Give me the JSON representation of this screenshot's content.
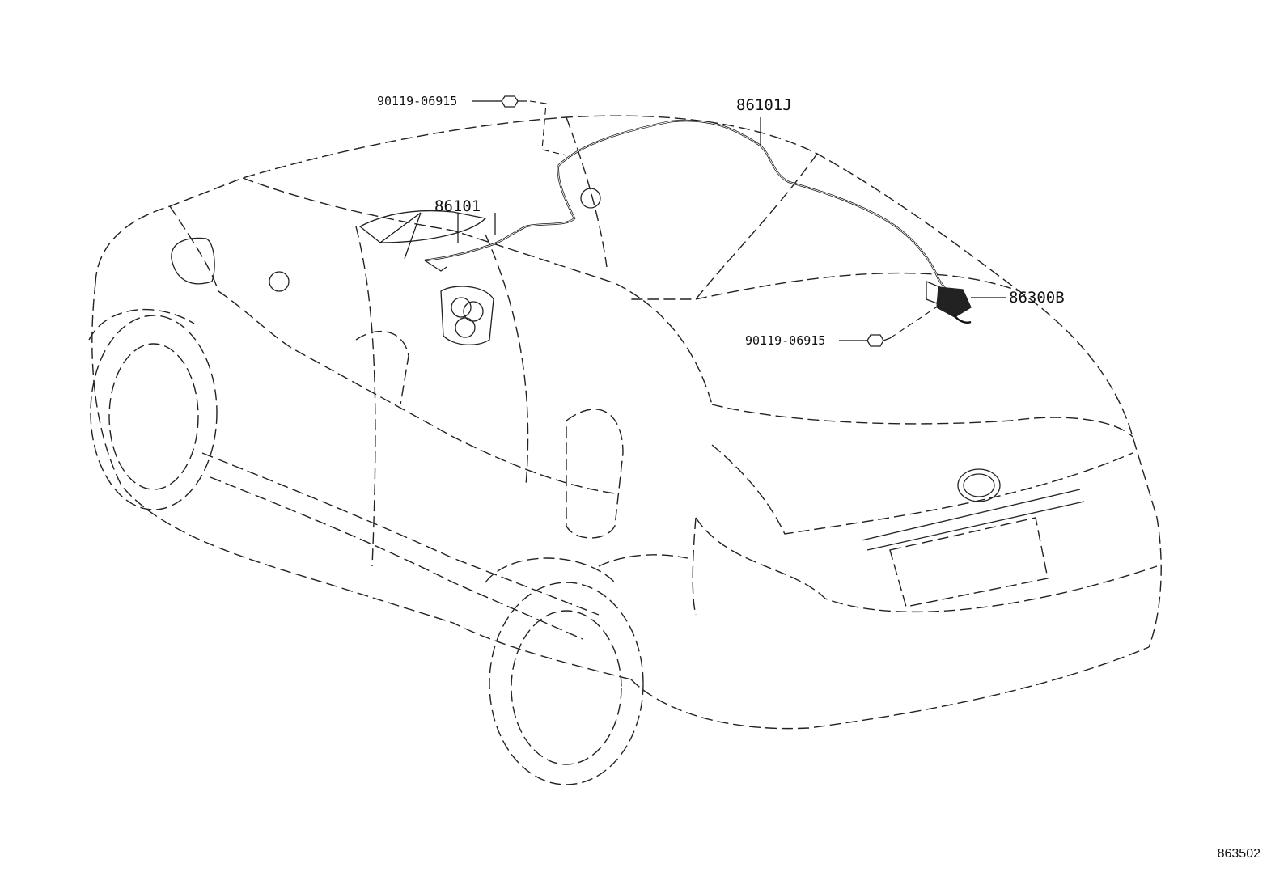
{
  "labels": {
    "bolt_top": "90119-06915",
    "cable_roof": "86101J",
    "cable_dash": "86101",
    "antenna_module": "86300B",
    "bolt_right": "90119-06915"
  },
  "diagram_id": "863502"
}
